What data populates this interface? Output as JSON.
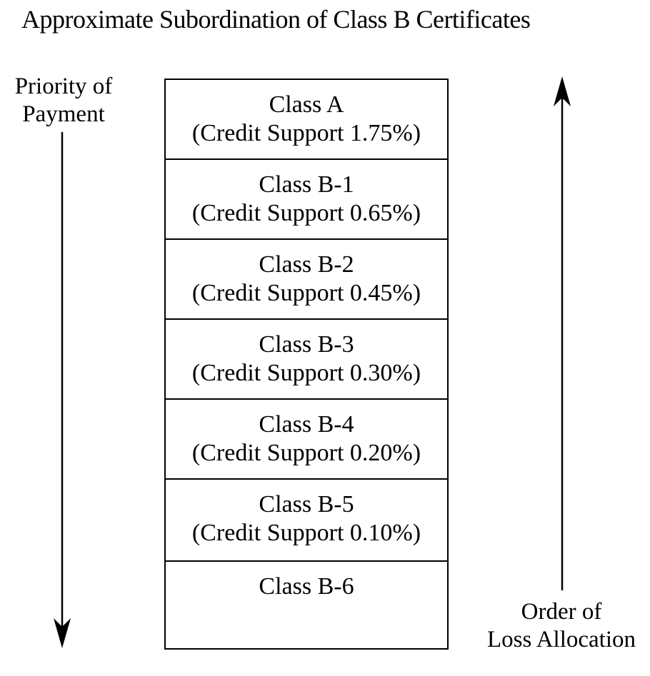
{
  "diagram": {
    "title": "Approximate Subordination of Class B Certificates",
    "colors": {
      "ink": "#000000",
      "background": "#ffffff"
    },
    "left_axis": {
      "label_line1": "Priority of",
      "label_line2": "Payment",
      "arrow_direction": "down"
    },
    "right_axis": {
      "label_line1": "Order of",
      "label_line2": "Loss Allocation",
      "arrow_direction": "up"
    },
    "stack": {
      "rows": [
        {
          "name": "Class A",
          "credit_support": "(Credit Support 1.75%)"
        },
        {
          "name": "Class B-1",
          "credit_support": "(Credit Support 0.65%)"
        },
        {
          "name": "Class B-2",
          "credit_support": "(Credit Support 0.45%)"
        },
        {
          "name": "Class B-3",
          "credit_support": "(Credit Support 0.30%)"
        },
        {
          "name": "Class B-4",
          "credit_support": "(Credit Support 0.20%)"
        },
        {
          "name": "Class B-5",
          "credit_support": "(Credit Support 0.10%)"
        },
        {
          "name": "Class B-6",
          "credit_support": ""
        }
      ]
    }
  }
}
